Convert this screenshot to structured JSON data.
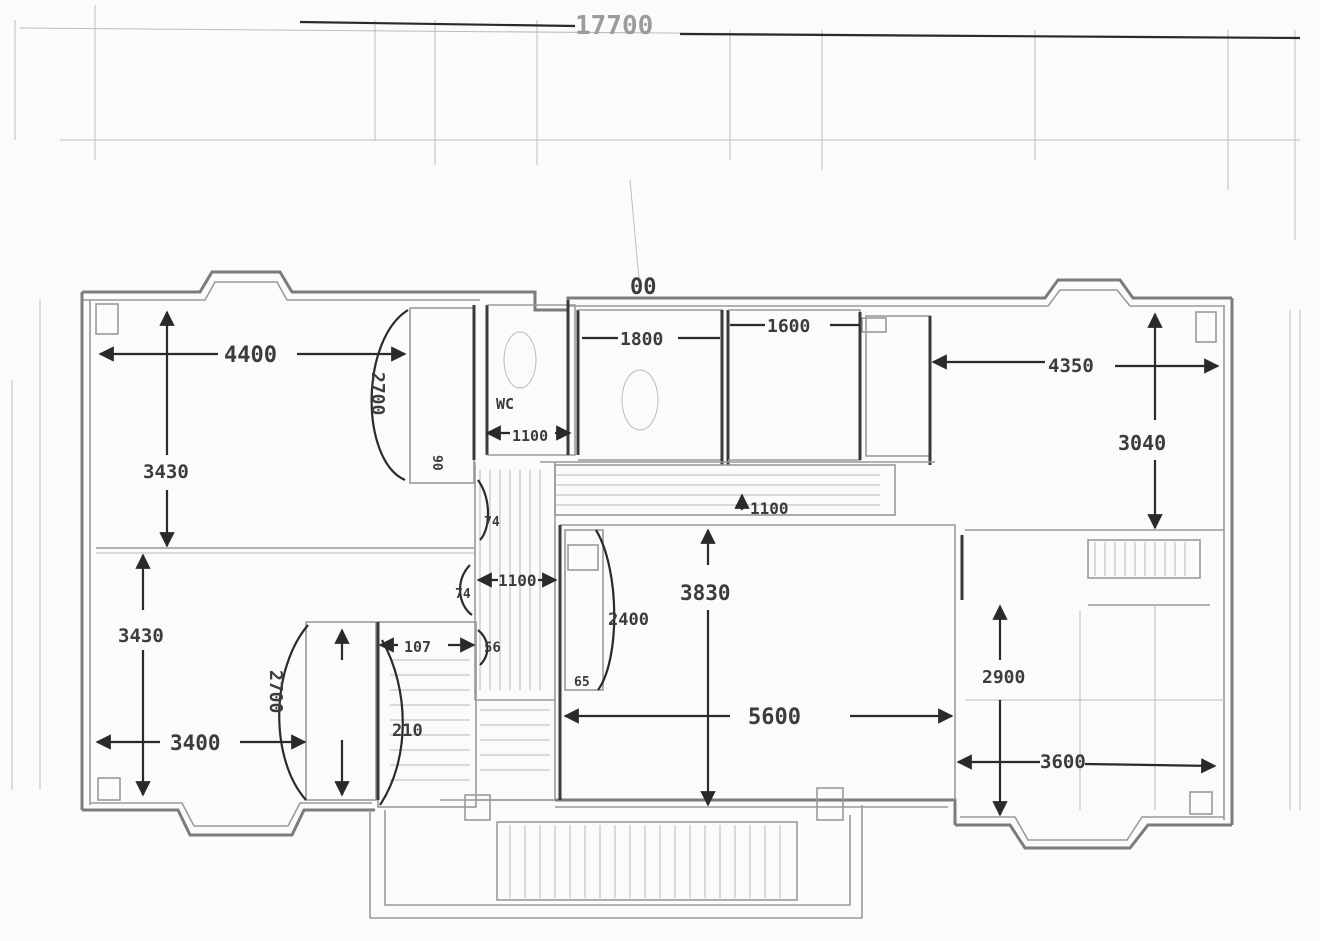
{
  "plan": {
    "overall_width": "17700",
    "north_mark": "00",
    "wc_label": "WC",
    "dimensions": {
      "room_nw_width": "4400",
      "room_nw_depth": "3430",
      "closet_nw": "2700",
      "closet_nw_small": "90",
      "wc_width": "1100",
      "room_n1_width": "1800",
      "room_n2_width": "1600",
      "room_ne_width": "4350",
      "room_ne_depth": "3040",
      "hall_74a": "74",
      "hall_74b": "74",
      "hall_width": "1100",
      "corridor_width": "1100",
      "room_sw_depth": "3430",
      "room_sw_width": "3400",
      "closet_sw": "2700",
      "bath_107": "107",
      "bath_56": "56",
      "bath_210": "210",
      "kitchen_2400": "2400",
      "kitchen_65": "65",
      "living_depth": "3830",
      "living_width": "5600",
      "room_se_depth": "2900",
      "room_se_width": "3600"
    }
  }
}
